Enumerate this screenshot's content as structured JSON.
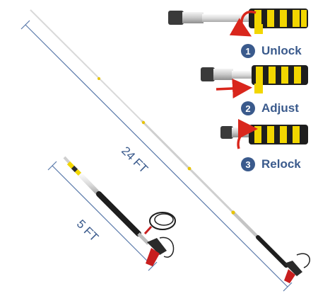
{
  "dimensions": {
    "long": "24 FT",
    "short": "5 FT"
  },
  "steps": [
    {
      "number": "1",
      "label": "Unlock"
    },
    {
      "number": "2",
      "label": "Adjust"
    },
    {
      "number": "3",
      "label": "Relock"
    }
  ],
  "colors": {
    "accent": "#3a5a8c",
    "clamp_yellow": "#f2d600",
    "arrow_red": "#d9261c",
    "handle_black": "#1e1e1e"
  }
}
